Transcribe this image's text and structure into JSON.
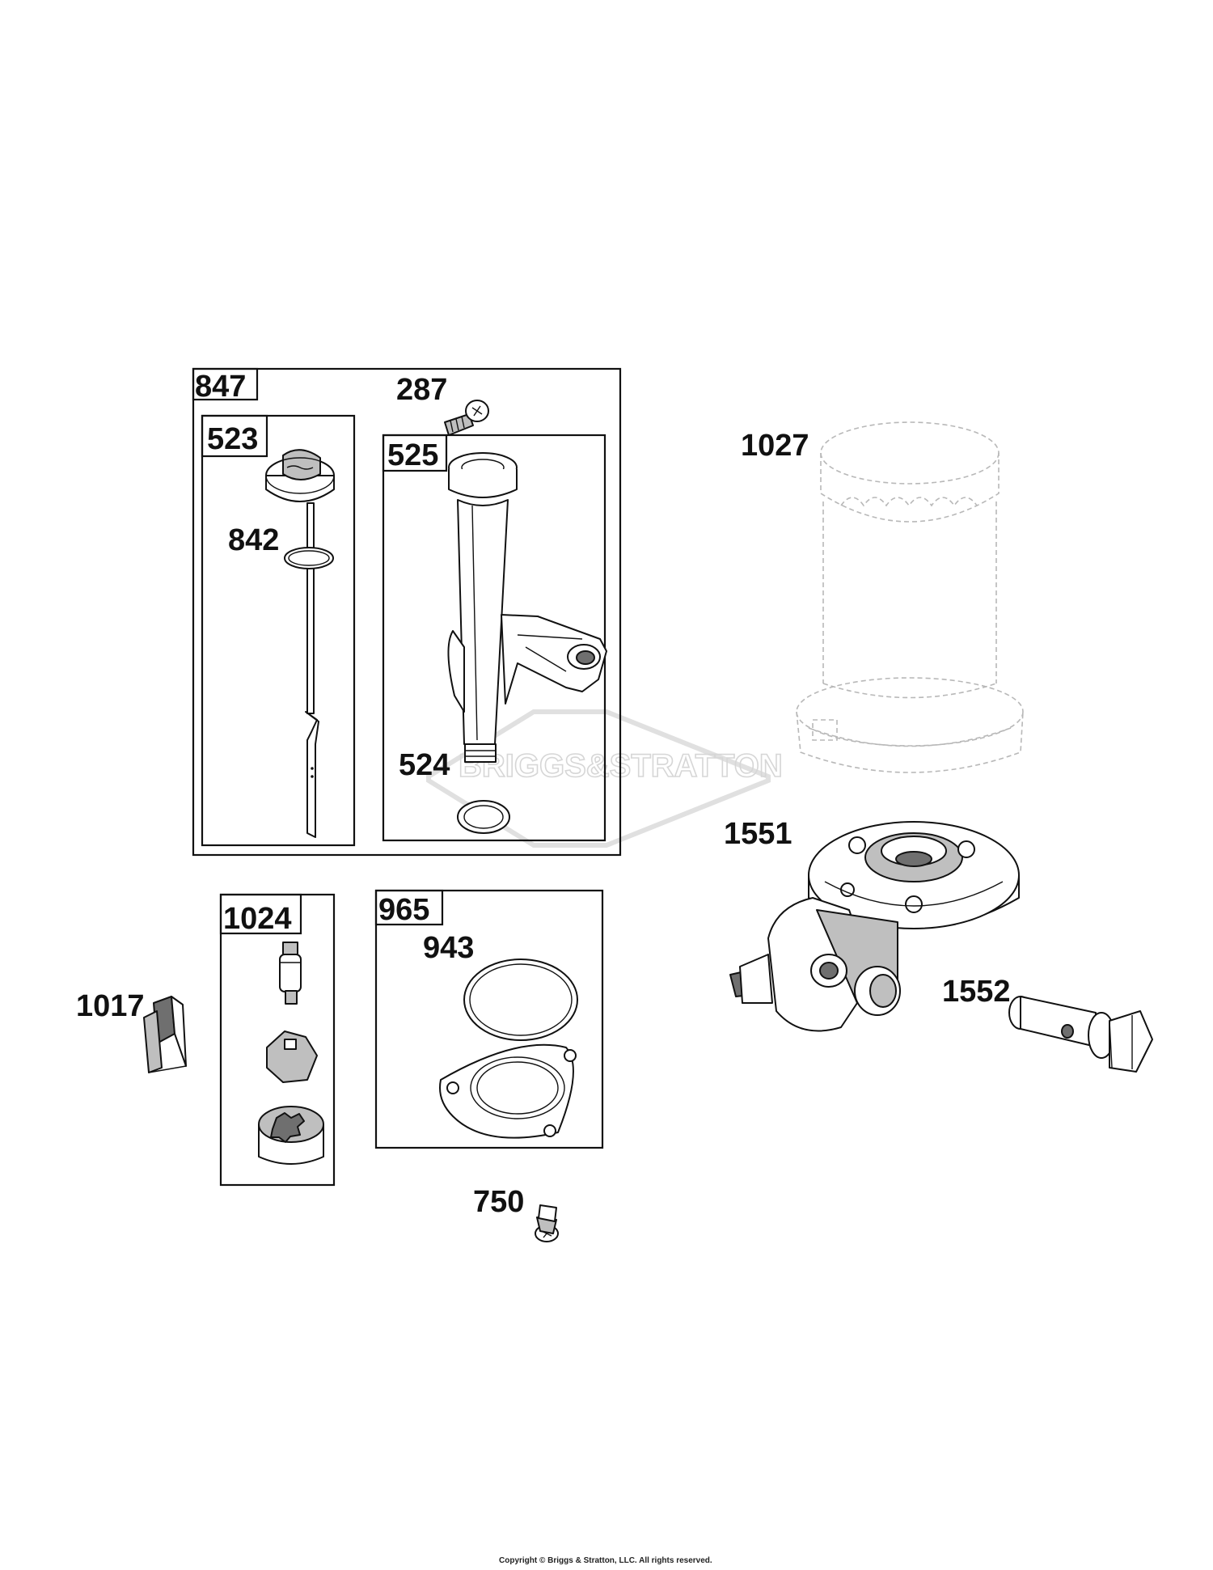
{
  "diagram": {
    "labels": {
      "l847": "847",
      "l523": "523",
      "l842": "842",
      "l287": "287",
      "l525": "525",
      "l524": "524",
      "l1027": "1027",
      "l1551": "1551",
      "l1552": "1552",
      "l1024": "1024",
      "l965": "965",
      "l943": "943",
      "l1017": "1017",
      "l750": "750"
    },
    "watermark": "BRIGGS&STRATTON",
    "copyright": "Copyright © Briggs & Stratton, LLC. All rights reserved."
  }
}
